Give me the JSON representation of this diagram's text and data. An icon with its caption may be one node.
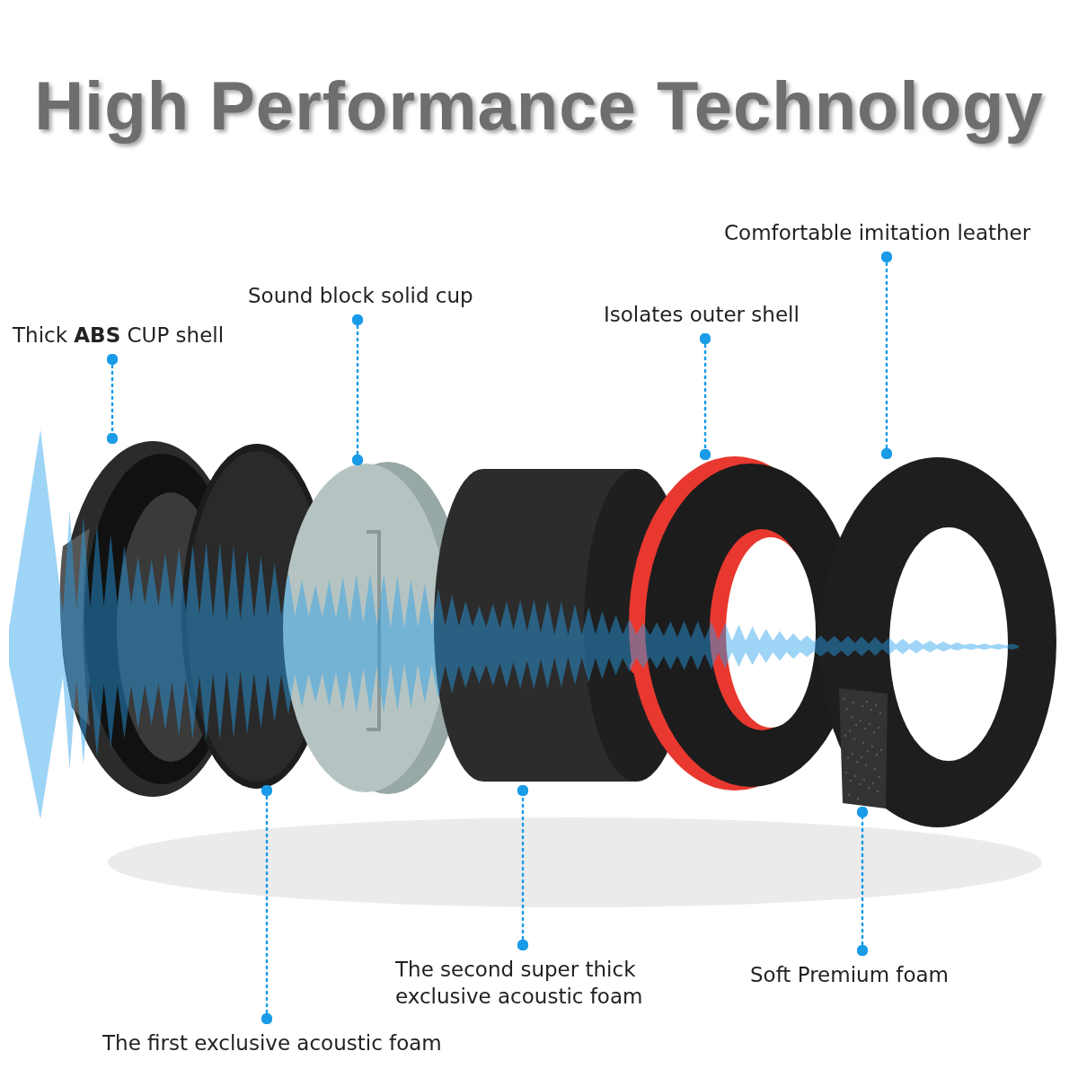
{
  "diagram": {
    "title": "High Performance Technology",
    "nodes": [
      {
        "text": [
          "Thick **ABS** CUP shell"
        ]
      },
      {
        "text": [
          "Sound block solid cup"
        ]
      },
      {
        "text": [
          "Isolates outer shell"
        ]
      },
      {
        "text": [
          "Comfortable imitation leather"
        ]
      },
      {
        "text": [
          "The first exclusive acoustic foam"
        ]
      },
      {
        "text": [
          "The second super thick exclusive acoustic foam"
        ]
      },
      {
        "text": [
          "Soft Premium foam"
        ]
      },
      {
        "text": [],
        "shape": "picture"
      },
      {
        "text": [],
        "shape": "picture"
      },
      {
        "text": [],
        "shape": "picture"
      },
      {
        "text": [],
        "shape": "picture"
      },
      {
        "text": [],
        "shape": "picture"
      },
      {
        "text": [],
        "shape": "picture"
      },
      {
        "text": [],
        "shape": "picture",
        "in": 12
      }
    ],
    "edges": [
      {
        "from": 0,
        "to": 7,
        "arrow": "other",
        "style": "dashed"
      },
      {
        "from": 1,
        "to": 9,
        "arrow": "other",
        "style": "dashed"
      },
      {
        "from": 2,
        "to": 11,
        "arrow": "other",
        "style": "dashed"
      },
      {
        "from": 3,
        "to": 12,
        "arrow": "other",
        "style": "dashed"
      },
      {
        "from": 4,
        "to": 8,
        "arrow": "other",
        "style": "dashed"
      },
      {
        "from": 5,
        "to": 10,
        "arrow": "other",
        "style": "dashed"
      },
      {
        "from": 6,
        "to": 13,
        "arrow": "other",
        "style": "dashed"
      }
    ]
  }
}
